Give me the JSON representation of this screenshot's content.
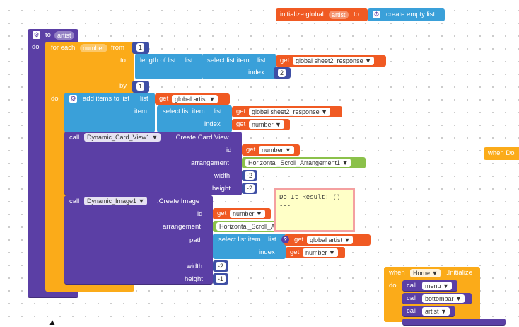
{
  "init_global": {
    "prefix": "initialize global",
    "name": "artist",
    "to": "to",
    "value": "create empty list"
  },
  "proc": {
    "to": "to",
    "name": "artist",
    "do": "do"
  },
  "foreach": {
    "for_each": "for each",
    "var": "number",
    "from": "from",
    "from_val": "1",
    "to": "to",
    "by": "by",
    "by_val": "1",
    "do": "do"
  },
  "length_of_list": {
    "label": "length of list",
    "list": "list"
  },
  "select1": {
    "label": "select list item",
    "list": "list",
    "index": "index",
    "index_val": "2"
  },
  "get_labels": {
    "get": "get"
  },
  "gets": {
    "sheet2_a": "global sheet2_response",
    "global_artist": "global artist",
    "sheet2_b": "global sheet2_response",
    "number_a": "number",
    "number_b": "number",
    "number_c": "number",
    "global_artist_b": "global artist",
    "number_d": "number"
  },
  "add_items": {
    "label": "add items to list",
    "list": "list",
    "item": "item"
  },
  "select2": {
    "label": "select list item",
    "list": "list",
    "index": "index"
  },
  "call1": {
    "call": "call",
    "component": "Dynamic_Card_View1",
    "method": ".Create Card View",
    "id": "id",
    "arrangement": "arrangement",
    "arr_value": "Horizontal_Scroll_Arrangement1",
    "width": "width",
    "width_val": "-2",
    "height": "height",
    "height_val": "-2"
  },
  "call2": {
    "call": "call",
    "component": "Dynamic_Image1",
    "method": ".Create Image",
    "id": "id",
    "arrangement": "arrangement",
    "arr_value": "Horizontal_Scroll_Arrangement1",
    "path": "path",
    "width": "width",
    "width_val": "-2",
    "height": "height",
    "height_val": "-1"
  },
  "select3": {
    "label": "select list item",
    "list": "list",
    "index": "index"
  },
  "tooltip": {
    "line1": "Do It Result: ()",
    "line2": "---"
  },
  "when_right": {
    "label": "when Do"
  },
  "when_home": {
    "when": "when",
    "component": "Home",
    "event": ".Initialize",
    "do": "do"
  },
  "home_calls": [
    {
      "call": "call",
      "name": "menu"
    },
    {
      "call": "call",
      "name": "bottombar"
    },
    {
      "call": "call",
      "name": "artist"
    }
  ]
}
